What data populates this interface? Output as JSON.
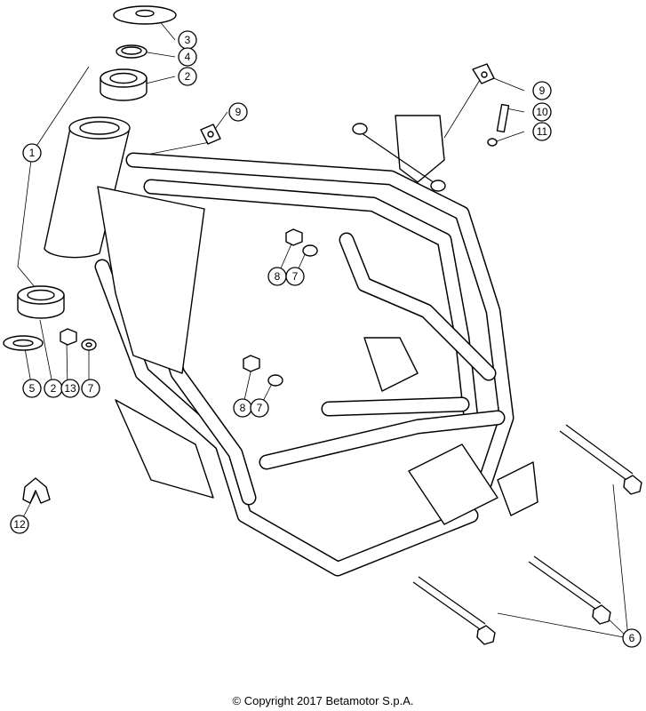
{
  "callouts": [
    {
      "label": "1"
    },
    {
      "label": "2"
    },
    {
      "label": "3"
    },
    {
      "label": "4"
    },
    {
      "label": "5"
    },
    {
      "label": "2"
    },
    {
      "label": "13"
    },
    {
      "label": "7"
    },
    {
      "label": "9"
    },
    {
      "label": "9"
    },
    {
      "label": "10"
    },
    {
      "label": "11"
    },
    {
      "label": "8"
    },
    {
      "label": "7"
    },
    {
      "label": "8"
    },
    {
      "label": "7"
    },
    {
      "label": "12"
    },
    {
      "label": "6"
    }
  ],
  "footer": {
    "copyright": "© Copyright 2017 Betamotor S.p.A."
  }
}
